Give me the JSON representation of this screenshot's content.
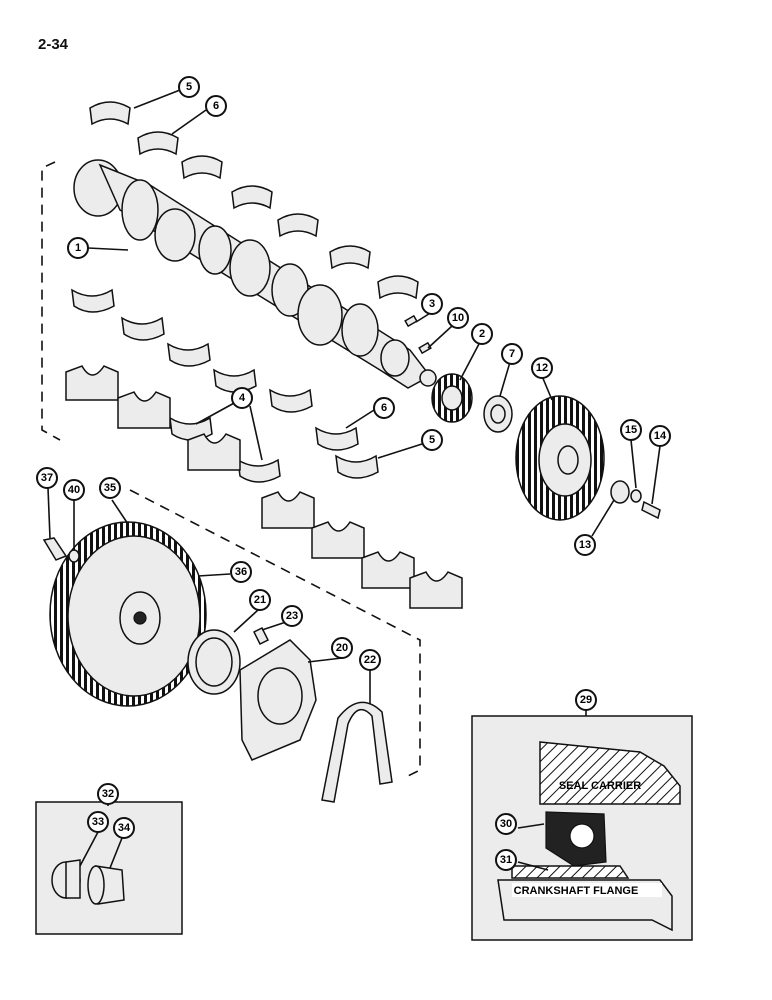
{
  "page_number": "2-34",
  "callouts": {
    "c1": "1",
    "c2": "2",
    "c3": "3",
    "c4": "4",
    "c5a": "5",
    "c5b": "5",
    "c6a": "6",
    "c6b": "6",
    "c7": "7",
    "c10": "10",
    "c12": "12",
    "c13": "13",
    "c14": "14",
    "c15": "15",
    "c20": "20",
    "c21": "21",
    "c22": "22",
    "c23": "23",
    "c29": "29",
    "c30": "30",
    "c31": "31",
    "c32": "32",
    "c33": "33",
    "c34": "34",
    "c35": "35",
    "c36": "36",
    "c37": "37",
    "c40": "40"
  },
  "detail_labels": {
    "seal_carrier": "SEAL CARRIER",
    "crankshaft_flange": "CRANKSHAFT FLANGE"
  }
}
